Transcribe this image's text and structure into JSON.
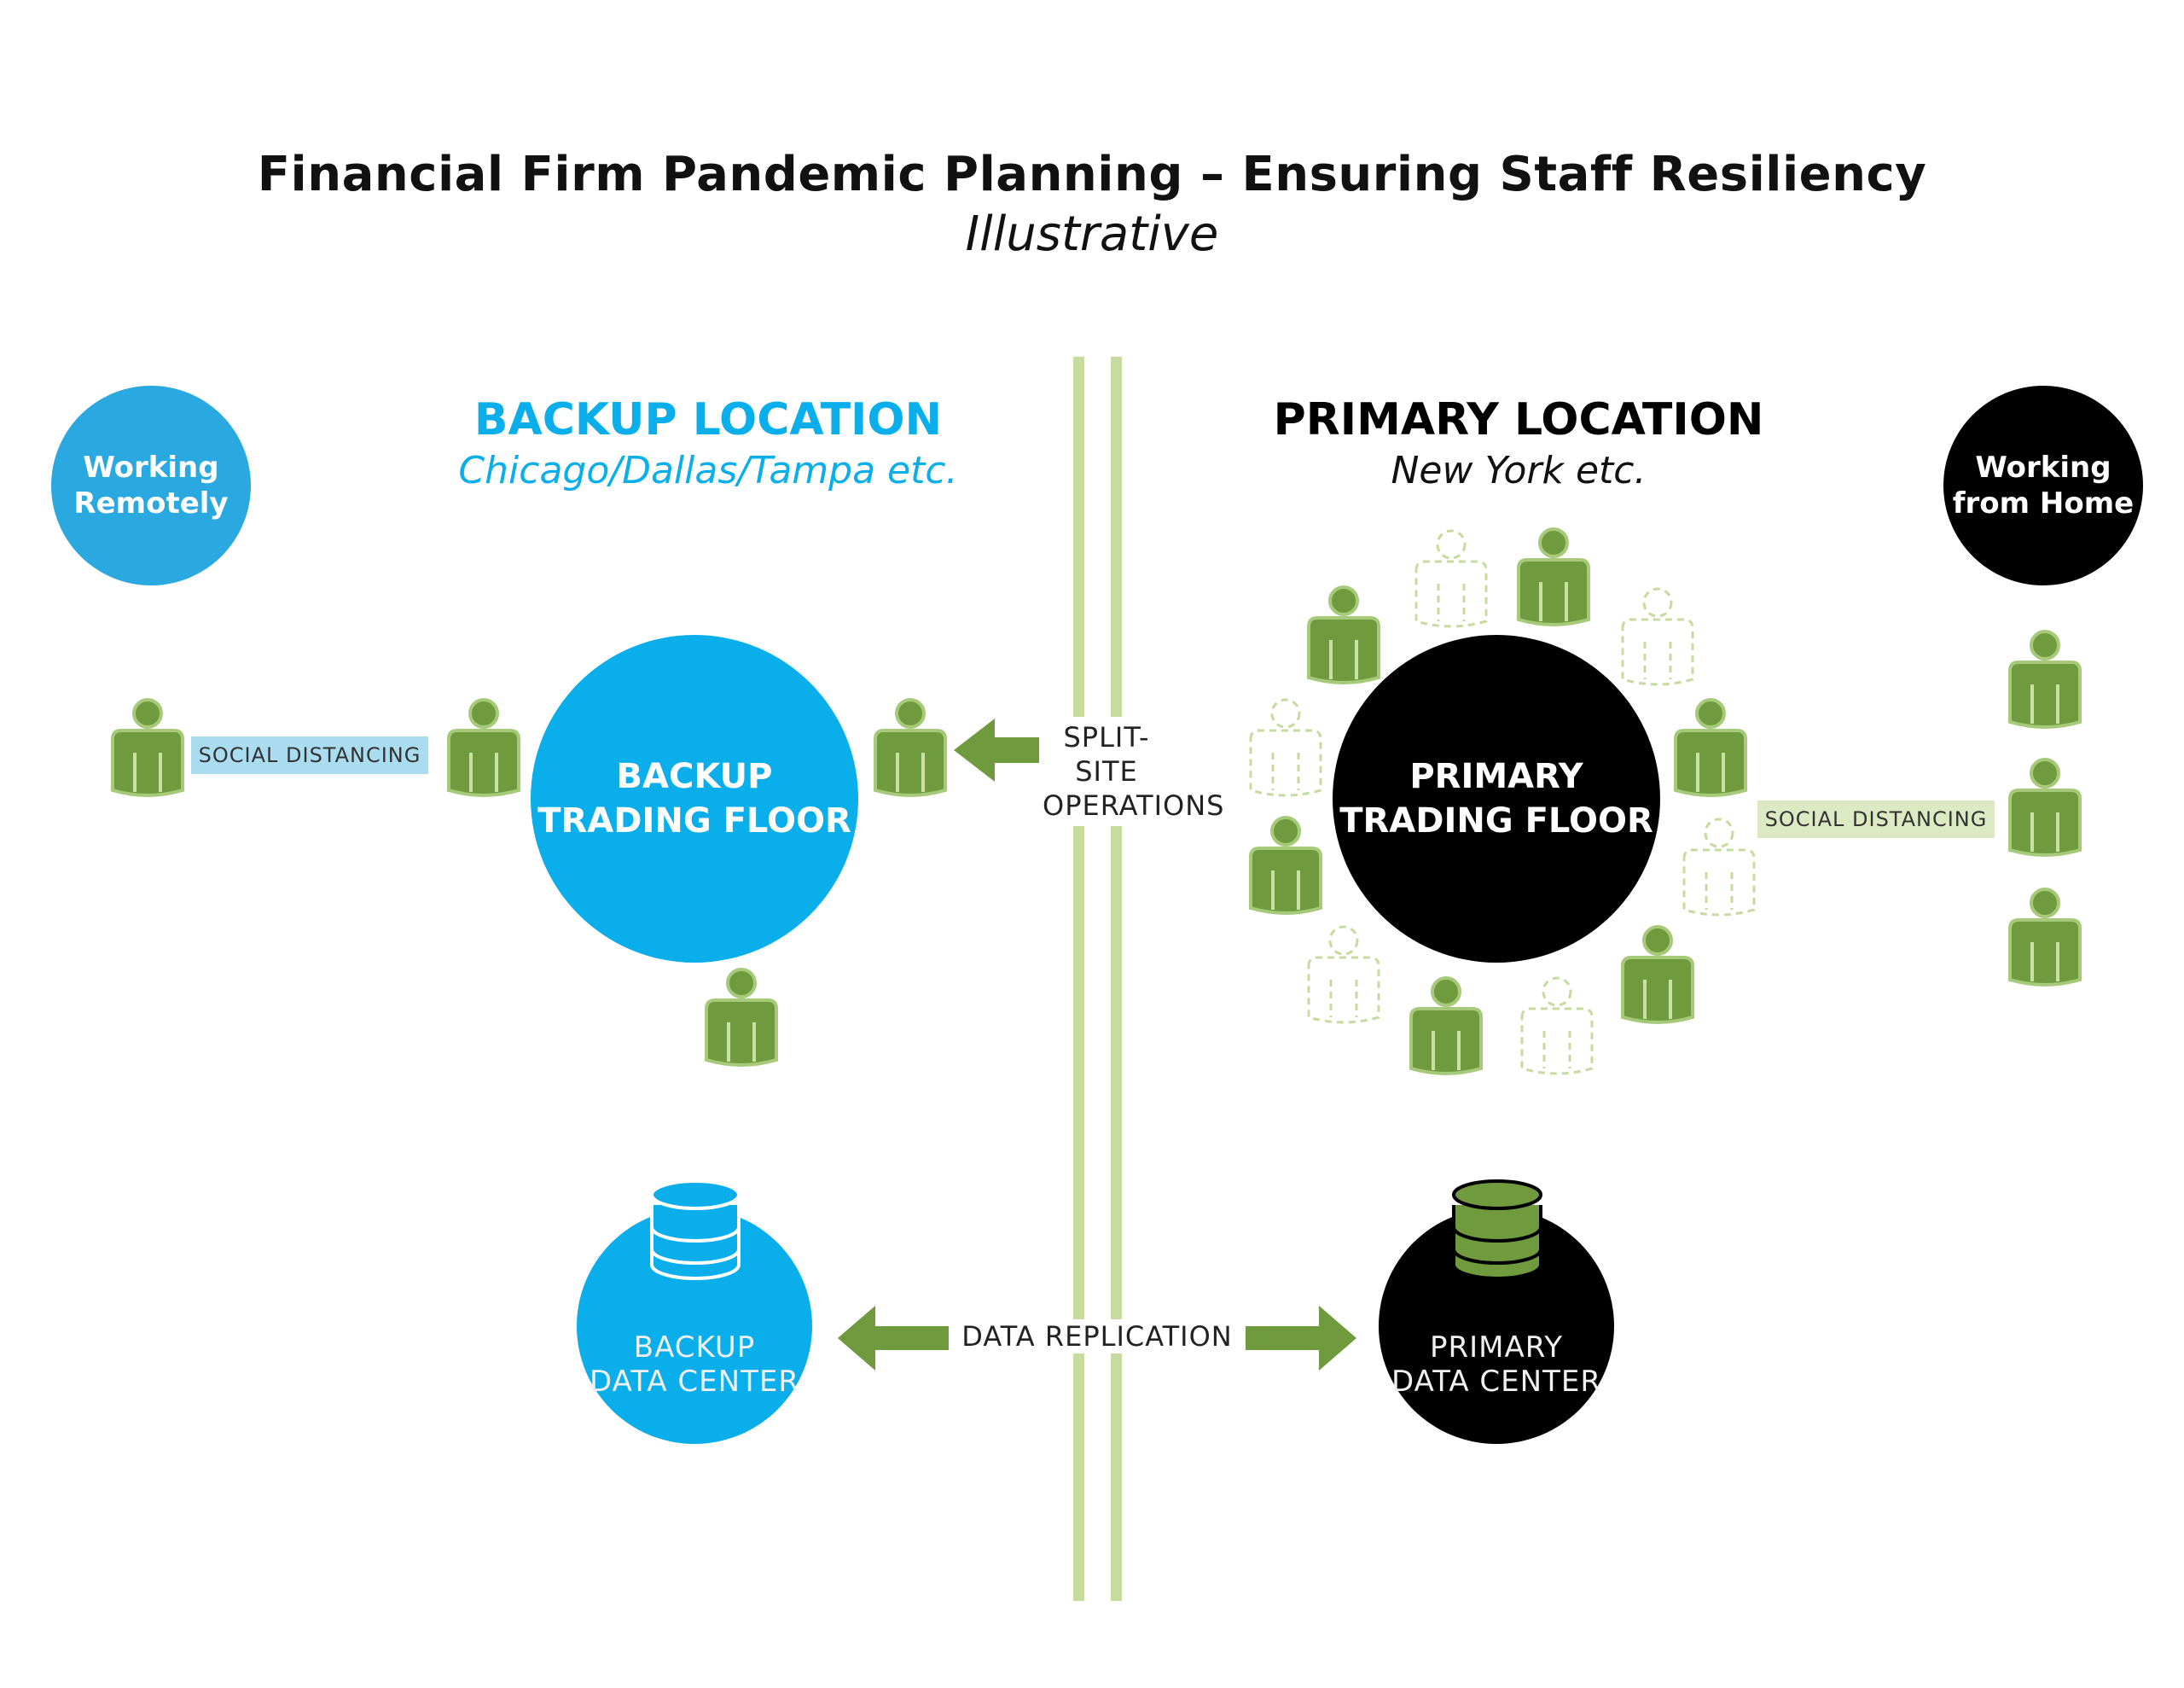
{
  "title": "Financial Firm Pandemic Planning – Ensuring Staff Resiliency",
  "subtitle": "Illustrative",
  "backup": {
    "heading": "BACKUP LOCATION",
    "subheading": "Chicago/Dallas/Tampa etc.",
    "remote_label_line1": "Working",
    "remote_label_line2": "Remotely",
    "floor_line1": "BACKUP",
    "floor_line2": "TRADING FLOOR",
    "dc_line1": "BACKUP",
    "dc_line2": "DATA CENTER",
    "social_distancing": "SOCIAL DISTANCING"
  },
  "primary": {
    "heading": "PRIMARY LOCATION",
    "subheading": "New York etc.",
    "home_label_line1": "Working",
    "home_label_line2": "from Home",
    "floor_line1": "PRIMARY",
    "floor_line2": "TRADING FLOOR",
    "dc_line1": "PRIMARY",
    "dc_line2": "DATA CENTER",
    "social_distancing": "SOCIAL DISTANCING"
  },
  "flows": {
    "split_line1": "SPLIT-SITE",
    "split_line2": "OPERATIONS",
    "replication": "DATA REPLICATION"
  },
  "colors": {
    "blue": "#0aaeea",
    "blue_light": "#2aa8e0",
    "black": "#000000",
    "green": "#6f9a3d",
    "green_light": "#c5dc9e",
    "tag_blue": "#a9dcef",
    "tag_green": "#dceac3"
  },
  "icons": {
    "person": "person-icon",
    "person_absent": "person-outline-icon",
    "database": "database-icon",
    "arrow": "arrow-icon"
  }
}
